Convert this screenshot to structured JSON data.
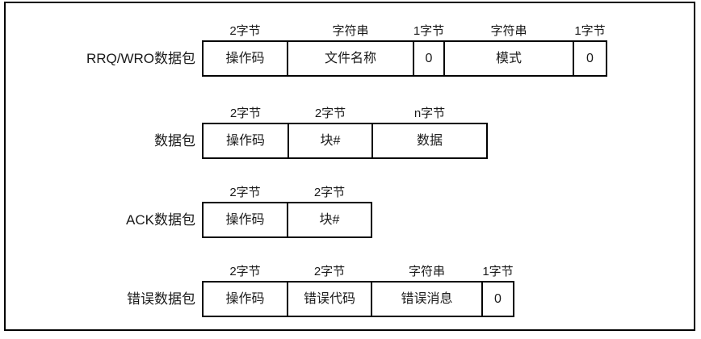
{
  "colors": {
    "border": "#000000",
    "text": "#1a1a1a",
    "background": "#ffffff"
  },
  "packets": [
    {
      "label": "RRQ/WRO数据包",
      "cells": [
        {
          "size": "2字节",
          "field": "操作码"
        },
        {
          "size": "字符串",
          "field": "文件名称"
        },
        {
          "size": "1字节",
          "field": "0"
        },
        {
          "size": "字符串",
          "field": "模式"
        },
        {
          "size": "1字节",
          "field": "0"
        }
      ]
    },
    {
      "label": "数据包",
      "cells": [
        {
          "size": "2字节",
          "field": "操作码"
        },
        {
          "size": "2字节",
          "field": "块#"
        },
        {
          "size": "n字节",
          "field": "数据"
        }
      ]
    },
    {
      "label": "ACK数据包",
      "cells": [
        {
          "size": "2字节",
          "field": "操作码"
        },
        {
          "size": "2字节",
          "field": "块#"
        }
      ]
    },
    {
      "label": "错误数据包",
      "cells": [
        {
          "size": "2字节",
          "field": "操作码"
        },
        {
          "size": "2字节",
          "field": "错误代码"
        },
        {
          "size": "字符串",
          "field": "错误消息"
        },
        {
          "size": "1字节",
          "field": "0"
        }
      ]
    }
  ]
}
